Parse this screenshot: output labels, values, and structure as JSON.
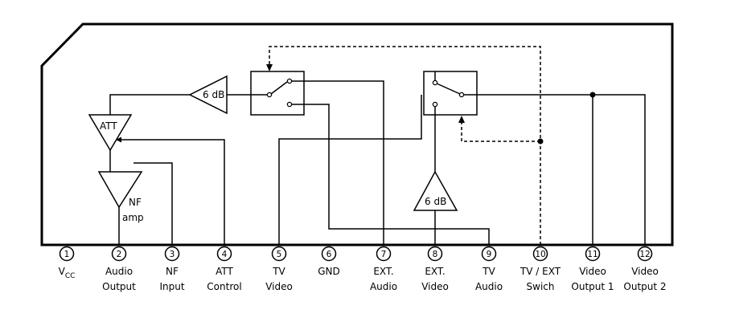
{
  "blocks": {
    "amp_top": "6 dB",
    "amp_bottom": "6 dB",
    "att": "ATT",
    "nf_amp_line1": "NF",
    "nf_amp_line2": "amp"
  },
  "pins": [
    {
      "num": "1",
      "line1": "V",
      "line1_sub": "CC",
      "line2": ""
    },
    {
      "num": "2",
      "line1": "Audio",
      "line2": "Output"
    },
    {
      "num": "3",
      "line1": "NF",
      "line2": "Input"
    },
    {
      "num": "4",
      "line1": "ATT",
      "line2": "Control"
    },
    {
      "num": "5",
      "line1": "TV",
      "line2": "Video"
    },
    {
      "num": "6",
      "line1": "GND",
      "line2": ""
    },
    {
      "num": "7",
      "line1": "EXT.",
      "line2": "Audio"
    },
    {
      "num": "8",
      "line1": "EXT.",
      "line2": "Video"
    },
    {
      "num": "9",
      "line1": "TV",
      "line2": "Audio"
    },
    {
      "num": "10",
      "line1": "TV / EXT",
      "line2": "Swich"
    },
    {
      "num": "11",
      "line1": "Video",
      "line2": "Output 1"
    },
    {
      "num": "12",
      "line1": "Video",
      "line2": "Output 2"
    }
  ]
}
